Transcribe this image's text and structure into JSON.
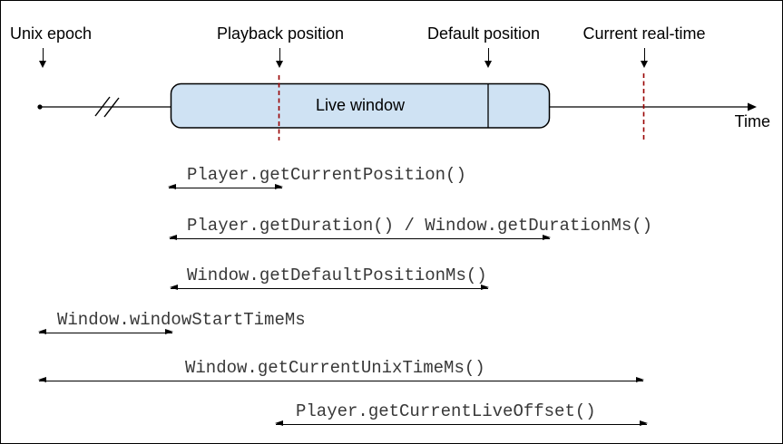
{
  "diagram": {
    "title_markers": [
      {
        "id": "unix-epoch",
        "label": "Unix epoch"
      },
      {
        "id": "playback-position",
        "label": "Playback position"
      },
      {
        "id": "default-position",
        "label": "Default position"
      },
      {
        "id": "current-real-time",
        "label": "Current real-time"
      }
    ],
    "timeline": {
      "window_label": "Live window",
      "axis_label": "Time"
    },
    "measurements": [
      {
        "id": "current-position",
        "label": "Player.getCurrentPosition()"
      },
      {
        "id": "duration",
        "label": "Player.getDuration() / Window.getDurationMs()"
      },
      {
        "id": "default-position-ms",
        "label": "Window.getDefaultPositionMs()"
      },
      {
        "id": "window-start-time",
        "label": "Window.windowStartTimeMs"
      },
      {
        "id": "current-unix-time",
        "label": "Window.getCurrentUnixTimeMs()"
      },
      {
        "id": "current-live-offset",
        "label": "Player.getCurrentLiveOffset()"
      }
    ],
    "colors": {
      "window_fill": "#cfe2f3",
      "window_border": "#000000",
      "position_marker_dashed": "#990000",
      "axis": "#000000",
      "code_text": "#383838",
      "background": "#ffffff"
    }
  }
}
